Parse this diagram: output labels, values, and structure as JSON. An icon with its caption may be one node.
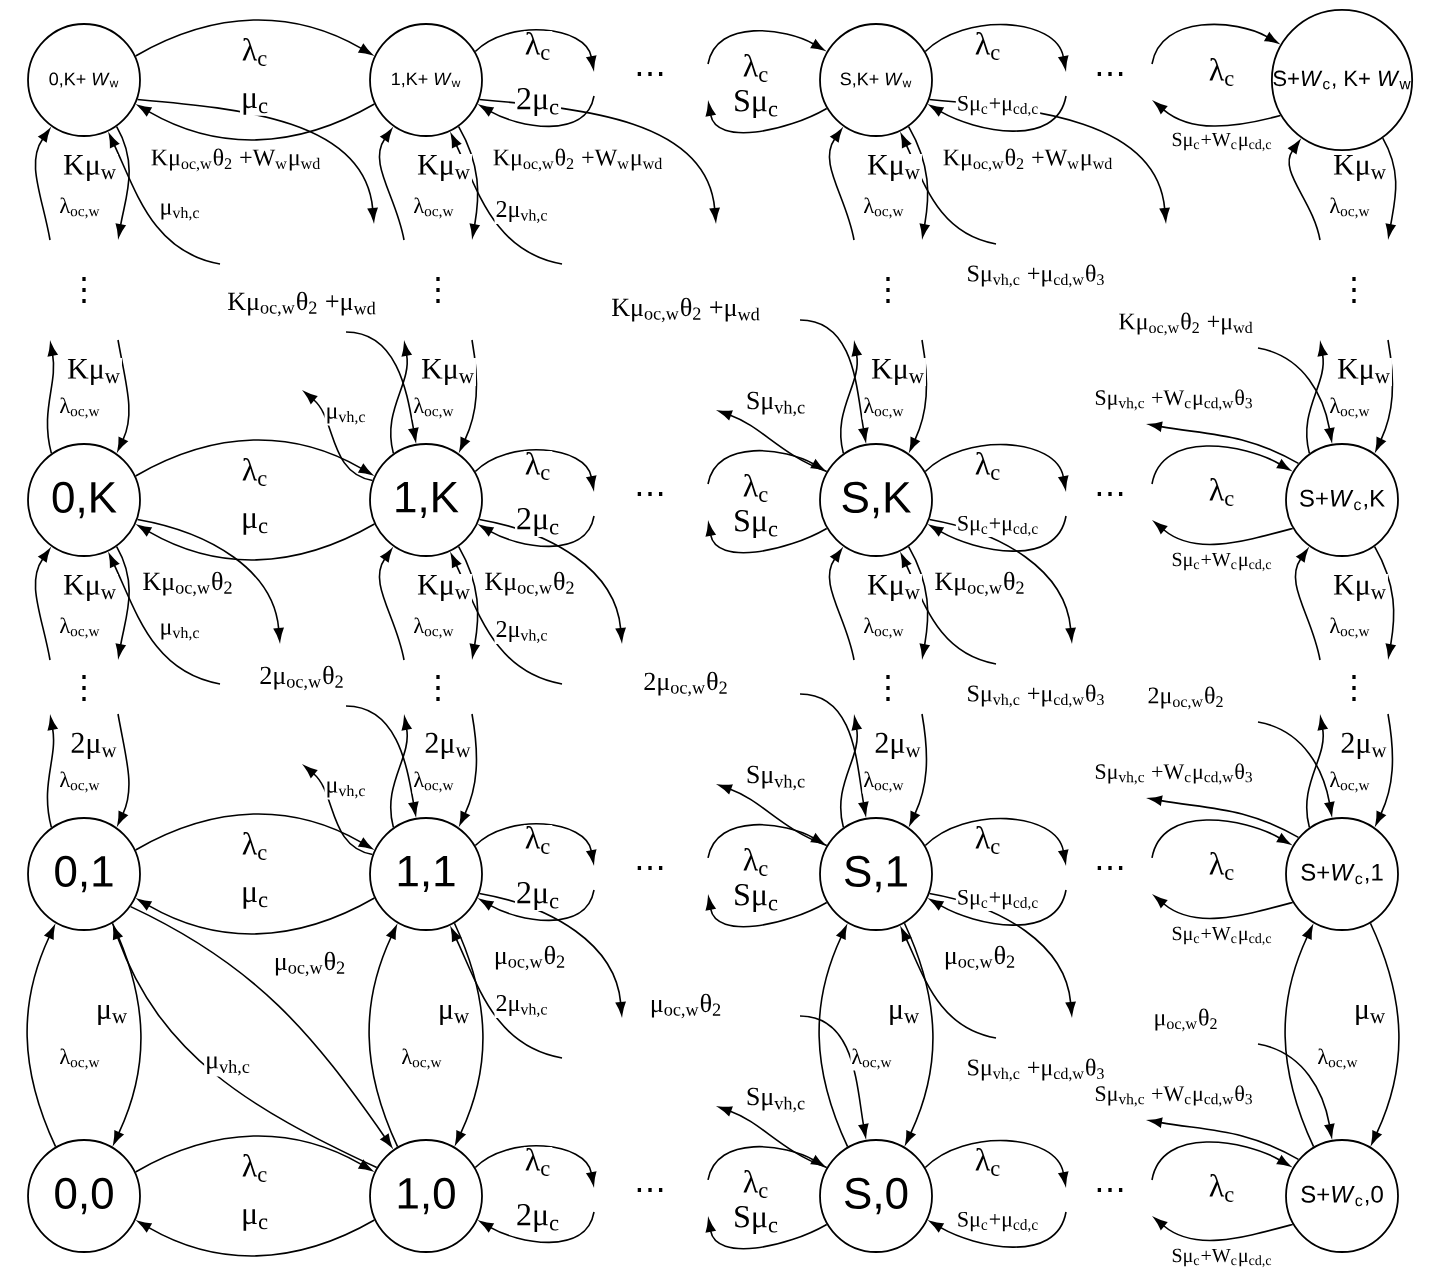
{
  "diagram": {
    "nodes": [
      {
        "text": [
          "0,K+ *W*$_{w}$"
        ]
      },
      {
        "text": [
          "1,K+ *W*$_{w}$"
        ]
      },
      {
        "text": [
          "S,K+ *W*$_{w}$"
        ]
      },
      {
        "text": [
          "S+*W*$_{c}$, K+ *W*$_{w}$"
        ]
      },
      {
        "text": [
          "0,K"
        ]
      },
      {
        "text": [
          "1,K"
        ]
      },
      {
        "text": [
          "S,K"
        ]
      },
      {
        "text": [
          "S+*W*$_{c}$,K"
        ]
      },
      {
        "text": [
          "0,1"
        ]
      },
      {
        "text": [
          "1,1"
        ]
      },
      {
        "text": [
          "S,1"
        ]
      },
      {
        "text": [
          "S+*W*$_{c}$,1"
        ]
      },
      {
        "text": [
          "0,0"
        ]
      },
      {
        "text": [
          "1,0"
        ]
      },
      {
        "text": [
          "S,0"
        ]
      },
      {
        "text": [
          "S+*W*$_{c}$,0"
        ]
      }
    ],
    "edges": [
      {
        "from": 0,
        "to": 1,
        "arrow": "to",
        "label": "λ$_{c}$"
      },
      {
        "from": 1,
        "to": 0,
        "arrow": "to",
        "label": "μ$_{c}$"
      },
      {
        "from": 1,
        "to": null,
        "arrow": "to",
        "label": "λ$_{c}$"
      },
      {
        "from": null,
        "to": 1,
        "arrow": "to",
        "label": "2μ$_{c}$"
      },
      {
        "from": null,
        "to": 2,
        "arrow": "to",
        "label": "λ$_{c}$"
      },
      {
        "from": 2,
        "to": null,
        "arrow": "to",
        "label": "Sμ$_{c}$"
      },
      {
        "from": 2,
        "to": null,
        "arrow": "to",
        "label": "λ$_{c}$"
      },
      {
        "from": null,
        "to": 2,
        "arrow": "to",
        "label": "Sμ$_{c}$+μ$_{cd,c}$"
      },
      {
        "from": null,
        "to": 3,
        "arrow": "to",
        "label": "λ$_{c}$"
      },
      {
        "from": 3,
        "to": null,
        "arrow": "to",
        "label": "Sμ$_{c}$+W$_{c}$μ$_{cd,c}$"
      },
      {
        "from": 4,
        "to": 5,
        "arrow": "to",
        "label": "λ$_{c}$"
      },
      {
        "from": 5,
        "to": 4,
        "arrow": "to",
        "label": "μ$_{c}$"
      },
      {
        "from": 5,
        "to": null,
        "arrow": "to",
        "label": "λ$_{c}$"
      },
      {
        "from": null,
        "to": 5,
        "arrow": "to",
        "label": "2μ$_{c}$"
      },
      {
        "from": null,
        "to": 6,
        "arrow": "to",
        "label": "λ$_{c}$"
      },
      {
        "from": 6,
        "to": null,
        "arrow": "to",
        "label": "Sμ$_{c}$"
      },
      {
        "from": 6,
        "to": null,
        "arrow": "to",
        "label": "λ$_{c}$"
      },
      {
        "from": null,
        "to": 6,
        "arrow": "to",
        "label": "Sμ$_{c}$+μ$_{cd,c}$"
      },
      {
        "from": null,
        "to": 7,
        "arrow": "to",
        "label": "λ$_{c}$"
      },
      {
        "from": 7,
        "to": null,
        "arrow": "to",
        "label": "Sμ$_{c}$+W$_{c}$μ$_{cd,c}$"
      },
      {
        "from": 8,
        "to": 9,
        "arrow": "to",
        "label": "λ$_{c}$"
      },
      {
        "from": 9,
        "to": 8,
        "arrow": "to",
        "label": "μ$_{c}$"
      },
      {
        "from": 9,
        "to": null,
        "arrow": "to",
        "label": "λ$_{c}$"
      },
      {
        "from": null,
        "to": 9,
        "arrow": "to",
        "label": "2μ$_{c}$"
      },
      {
        "from": null,
        "to": 10,
        "arrow": "to",
        "label": "λ$_{c}$"
      },
      {
        "from": 10,
        "to": null,
        "arrow": "to",
        "label": "Sμ$_{c}$"
      },
      {
        "from": 10,
        "to": null,
        "arrow": "to",
        "label": "λ$_{c}$"
      },
      {
        "from": null,
        "to": 10,
        "arrow": "to",
        "label": "Sμ$_{c}$+μ$_{cd,c}$"
      },
      {
        "from": null,
        "to": 11,
        "arrow": "to",
        "label": "λ$_{c}$"
      },
      {
        "from": 11,
        "to": null,
        "arrow": "to",
        "label": "Sμ$_{c}$+W$_{c}$μ$_{cd,c}$"
      },
      {
        "from": 12,
        "to": 13,
        "arrow": "to",
        "label": "λ$_{c}$"
      },
      {
        "from": 13,
        "to": 12,
        "arrow": "to",
        "label": "μ$_{c}$"
      },
      {
        "from": 13,
        "to": null,
        "arrow": "to",
        "label": "λ$_{c}$"
      },
      {
        "from": null,
        "to": 13,
        "arrow": "to",
        "label": "2μ$_{c}$"
      },
      {
        "from": null,
        "to": 14,
        "arrow": "to",
        "label": "λ$_{c}$"
      },
      {
        "from": 14,
        "to": null,
        "arrow": "to",
        "label": "Sμ$_{c}$"
      },
      {
        "from": 14,
        "to": null,
        "arrow": "to",
        "label": "λ$_{c}$"
      },
      {
        "from": null,
        "to": 14,
        "arrow": "to",
        "label": "Sμ$_{c}$+μ$_{cd,c}$"
      },
      {
        "from": null,
        "to": 15,
        "arrow": "to",
        "label": "λ$_{c}$"
      },
      {
        "from": 15,
        "to": null,
        "arrow": "to",
        "label": "Sμ$_{c}$+W$_{c}$μ$_{cd,c}$"
      },
      {
        "from": null,
        "to": 0,
        "arrow": "to",
        "label": "λ$_{oc,w}$"
      },
      {
        "from": 0,
        "to": null,
        "arrow": "to",
        "label": "Kμ$_{w}$"
      },
      {
        "from": 4,
        "to": null,
        "arrow": "to",
        "label": "λ$_{oc,w}$"
      },
      {
        "from": null,
        "to": 4,
        "arrow": "to",
        "label": "Kμ$_{w}$"
      },
      {
        "from": null,
        "to": 4,
        "arrow": "to",
        "label": "λ$_{oc,w}$"
      },
      {
        "from": 4,
        "to": null,
        "arrow": "to",
        "label": "Kμ$_{w}$"
      },
      {
        "from": 8,
        "to": null,
        "arrow": "to",
        "label": "λ$_{oc,w}$"
      },
      {
        "from": null,
        "to": 8,
        "arrow": "to",
        "label": "2μ$_{w}$"
      },
      {
        "from": 12,
        "to": 8,
        "arrow": "to",
        "label": "λ$_{oc,w}$"
      },
      {
        "from": 8,
        "to": 12,
        "arrow": "to",
        "label": "μ$_{w}$"
      },
      {
        "from": null,
        "to": 1,
        "arrow": "to",
        "label": "λ$_{oc,w}$"
      },
      {
        "from": 1,
        "to": null,
        "arrow": "to",
        "label": "Kμ$_{w}$"
      },
      {
        "from": 5,
        "to": null,
        "arrow": "to",
        "label": "λ$_{oc,w}$"
      },
      {
        "from": null,
        "to": 5,
        "arrow": "to",
        "label": "Kμ$_{w}$"
      },
      {
        "from": null,
        "to": 5,
        "arrow": "to",
        "label": "λ$_{oc,w}$"
      },
      {
        "from": 5,
        "to": null,
        "arrow": "to",
        "label": "Kμ$_{w}$"
      },
      {
        "from": 9,
        "to": null,
        "arrow": "to",
        "label": "λ$_{oc,w}$"
      },
      {
        "from": null,
        "to": 9,
        "arrow": "to",
        "label": "2μ$_{w}$"
      },
      {
        "from": 13,
        "to": 9,
        "arrow": "to",
        "label": "λ$_{oc,w}$"
      },
      {
        "from": 9,
        "to": 13,
        "arrow": "to",
        "label": "μ$_{w}$"
      },
      {
        "from": null,
        "to": 2,
        "arrow": "to",
        "label": "λ$_{oc,w}$"
      },
      {
        "from": 2,
        "to": null,
        "arrow": "to",
        "label": "Kμ$_{w}$"
      },
      {
        "from": 6,
        "to": null,
        "arrow": "to",
        "label": "λ$_{oc,w}$"
      },
      {
        "from": null,
        "to": 6,
        "arrow": "to",
        "label": "Kμ$_{w}$"
      },
      {
        "from": null,
        "to": 6,
        "arrow": "to",
        "label": "λ$_{oc,w}$"
      },
      {
        "from": 6,
        "to": null,
        "arrow": "to",
        "label": "Kμ$_{w}$"
      },
      {
        "from": 10,
        "to": null,
        "arrow": "to",
        "label": "λ$_{oc,w}$"
      },
      {
        "from": null,
        "to": 10,
        "arrow": "to",
        "label": "2μ$_{w}$"
      },
      {
        "from": 14,
        "to": 10,
        "arrow": "to",
        "label": "λ$_{oc,w}$"
      },
      {
        "from": 10,
        "to": 14,
        "arrow": "to",
        "label": "μ$_{w}$"
      },
      {
        "from": null,
        "to": 3,
        "arrow": "to",
        "label": "λ$_{oc,w}$"
      },
      {
        "from": 3,
        "to": null,
        "arrow": "to",
        "label": "Kμ$_{w}$"
      },
      {
        "from": 7,
        "to": null,
        "arrow": "to",
        "label": "λ$_{oc,w}$"
      },
      {
        "from": null,
        "to": 7,
        "arrow": "to",
        "label": "Kμ$_{w}$"
      },
      {
        "from": null,
        "to": 7,
        "arrow": "to",
        "label": "λ$_{oc,w}$"
      },
      {
        "from": 7,
        "to": null,
        "arrow": "to",
        "label": "Kμ$_{w}$"
      },
      {
        "from": 11,
        "to": null,
        "arrow": "to",
        "label": "λ$_{oc,w}$"
      },
      {
        "from": null,
        "to": 11,
        "arrow": "to",
        "label": "2μ$_{w}$"
      },
      {
        "from": 15,
        "to": 11,
        "arrow": "to",
        "label": "λ$_{oc,w}$"
      },
      {
        "from": 11,
        "to": 15,
        "arrow": "to",
        "label": "μ$_{w}$"
      },
      {
        "from": 0,
        "to": null,
        "arrow": "to",
        "label": "Kμ$_{oc,w}$θ$_{2}$ +W$_{w}$μ$_{wd}$"
      },
      {
        "from": null,
        "to": 0,
        "arrow": "to",
        "label": "μ$_{vh,c}$"
      },
      {
        "from": 1,
        "to": null,
        "arrow": "to",
        "label": "Kμ$_{oc,w}$θ$_{2}$ +W$_{w}$μ$_{wd}$"
      },
      {
        "from": null,
        "to": 1,
        "arrow": "to",
        "label": "2μ$_{vh,c}$"
      },
      {
        "from": 2,
        "to": null,
        "arrow": "to",
        "label": "Kμ$_{oc,w}$θ$_{2}$ +W$_{w}$μ$_{wd}$"
      },
      {
        "from": null,
        "to": 2,
        "arrow": "to",
        "label": "Sμ$_{vh,c}$ +μ$_{cd,w}$θ$_{3}$"
      },
      {
        "from": 4,
        "to": null,
        "arrow": "to",
        "label": "Kμ$_{oc,w}$θ$_{2}$"
      },
      {
        "from": null,
        "to": 4,
        "arrow": "to",
        "label": "μ$_{vh,c}$"
      },
      {
        "from": null,
        "to": 5,
        "arrow": "to",
        "label": "Kμ$_{oc,w}$θ$_{2}$ +μ$_{wd}$"
      },
      {
        "from": 5,
        "to": null,
        "arrow": "to",
        "label": "μ$_{vh,c}$"
      },
      {
        "from": 5,
        "to": null,
        "arrow": "to",
        "label": "Kμ$_{oc,w}$θ$_{2}$"
      },
      {
        "from": null,
        "to": 5,
        "arrow": "to",
        "label": "2μ$_{vh,c}$"
      },
      {
        "from": null,
        "to": 6,
        "arrow": "to",
        "label": "Kμ$_{oc,w}$θ$_{2}$ +μ$_{wd}$"
      },
      {
        "from": 6,
        "to": null,
        "arrow": "to",
        "label": "Sμ$_{vh,c}$"
      },
      {
        "from": 6,
        "to": null,
        "arrow": "to",
        "label": "Kμ$_{oc,w}$θ$_{2}$"
      },
      {
        "from": null,
        "to": 6,
        "arrow": "to",
        "label": "Sμ$_{vh,c}$ +μ$_{cd,w}$θ$_{3}$"
      },
      {
        "from": null,
        "to": 7,
        "arrow": "to",
        "label": "Kμ$_{oc,w}$θ$_{2}$ +μ$_{wd}$"
      },
      {
        "from": 7,
        "to": null,
        "arrow": "to",
        "label": "Sμ$_{vh,c}$ +W$_{c}$μ$_{cd,w}$θ$_{3}$"
      },
      {
        "from": 8,
        "to": 13,
        "arrow": "to",
        "label": "μ$_{oc,w}$θ$_{2}$"
      },
      {
        "from": 13,
        "to": 8,
        "arrow": "to",
        "label": "μ$_{vh,c}$"
      },
      {
        "from": null,
        "to": 9,
        "arrow": "to",
        "label": "2μ$_{oc,w}$θ$_{2}$"
      },
      {
        "from": 9,
        "to": null,
        "arrow": "to",
        "label": "μ$_{vh,c}$"
      },
      {
        "from": 9,
        "to": null,
        "arrow": "to",
        "label": "μ$_{oc,w}$θ$_{2}$"
      },
      {
        "from": null,
        "to": 9,
        "arrow": "to",
        "label": "2μ$_{vh,c}$"
      },
      {
        "from": null,
        "to": 10,
        "arrow": "to",
        "label": "2μ$_{oc,w}$θ$_{2}$"
      },
      {
        "from": 10,
        "to": null,
        "arrow": "to",
        "label": "Sμ$_{vh,c}$"
      },
      {
        "from": 10,
        "to": null,
        "arrow": "to",
        "label": "μ$_{oc,w}$θ$_{2}$"
      },
      {
        "from": null,
        "to": 10,
        "arrow": "to",
        "label": "Sμ$_{vh,c}$ +μ$_{cd,w}$θ$_{3}$"
      },
      {
        "from": null,
        "to": 11,
        "arrow": "to",
        "label": "2μ$_{oc,w}$θ$_{2}$"
      },
      {
        "from": 11,
        "to": null,
        "arrow": "to",
        "label": "Sμ$_{vh,c}$ +W$_{c}$μ$_{cd,w}$θ$_{3}$"
      },
      {
        "from": null,
        "to": 14,
        "arrow": "to",
        "label": "μ$_{oc,w}$θ$_{2}$"
      },
      {
        "from": 14,
        "to": null,
        "arrow": "to",
        "label": "Sμ$_{vh,c}$"
      },
      {
        "from": null,
        "to": 15,
        "arrow": "to",
        "label": "μ$_{oc,w}$θ$_{2}$"
      },
      {
        "from": 15,
        "to": null,
        "arrow": "to",
        "label": "Sμ$_{vh,c}$ +W$_{c}$μ$_{cd,w}$θ$_{3}$"
      }
    ],
    "labels": [
      "…",
      "…",
      "⋮",
      "⋮",
      "⋮",
      "⋮",
      "…",
      "…",
      "⋮",
      "⋮",
      "⋮",
      "⋮",
      "…",
      "…",
      "…",
      "…"
    ]
  }
}
